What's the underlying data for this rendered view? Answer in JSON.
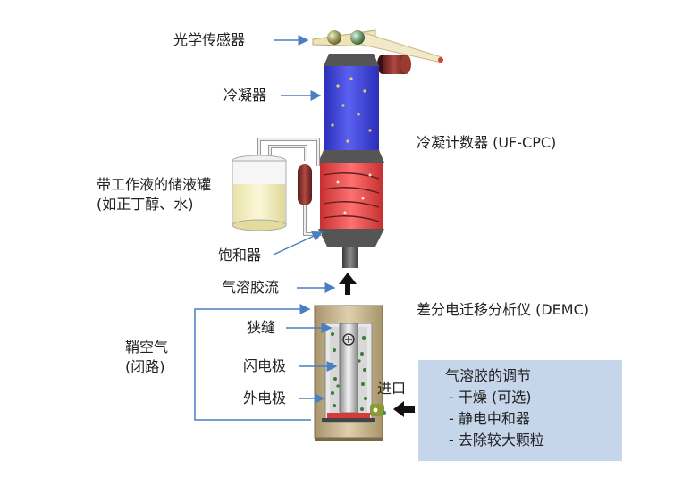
{
  "labels": {
    "optical_sensor": "光学传感器",
    "condenser": "冷凝器",
    "cpc": "冷凝计数器 (UF-CPC)",
    "reservoir_line1": "带工作液的储液罐",
    "reservoir_line2": "(如正丁醇、水)",
    "saturator": "饱和器",
    "aerosol_flow": "气溶胶流",
    "demc": "差分电迁移分析仪 (DEMC)",
    "sheath_line1": "鞘空气",
    "sheath_line2": "(闭路)",
    "slit": "狭缝",
    "center_electrode": "闪电极",
    "outer_electrode": "外电极",
    "inlet": "进口"
  },
  "conditioning": {
    "title": "气溶胶的调节",
    "items": [
      "- 干燥 (可选)",
      "- 静电中和器",
      "- 去除较大颗粒"
    ]
  },
  "colors": {
    "arrow_blue": "#4a7fc1",
    "condenser_blue": "#3a3fd8",
    "saturator_red": "#e84a4a",
    "box_bg": "#c5d5ea",
    "demc_body": "#c9b58c"
  }
}
